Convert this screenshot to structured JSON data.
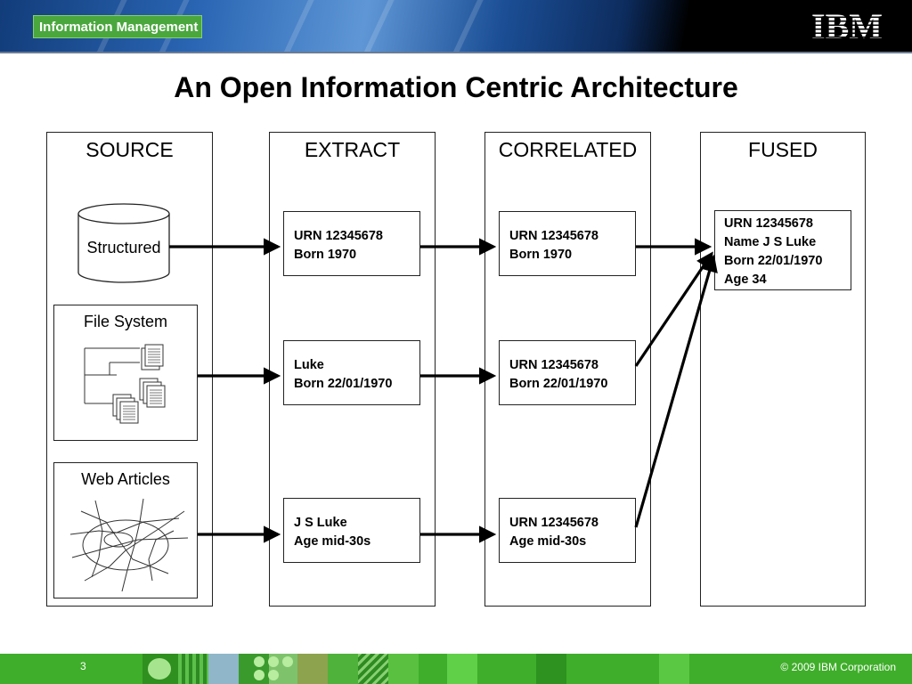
{
  "header": {
    "brand": "Information Management",
    "logo_text": "IBM"
  },
  "title": "An Open Information Centric Architecture",
  "columns": [
    {
      "label": "SOURCE"
    },
    {
      "label": "EXTRACT"
    },
    {
      "label": "CORRELATED"
    },
    {
      "label": "FUSED"
    }
  ],
  "sources": {
    "structured": "Structured",
    "file_system": "File System",
    "web_articles": "Web Articles"
  },
  "extract": [
    [
      "URN 12345678",
      "Born 1970"
    ],
    [
      "Luke",
      "Born 22/01/1970"
    ],
    [
      "J S Luke",
      "Age mid-30s"
    ]
  ],
  "correlated": [
    [
      "URN 12345678",
      "Born 1970"
    ],
    [
      "URN 12345678",
      "Born 22/01/1970"
    ],
    [
      "URN 12345678",
      "Age mid-30s"
    ]
  ],
  "fused": [
    "URN 12345678",
    "Name J S Luke",
    "Born 22/01/1970",
    "Age 34"
  ],
  "footer": {
    "page": "3",
    "copyright": "© 2009  IBM Corporation"
  }
}
